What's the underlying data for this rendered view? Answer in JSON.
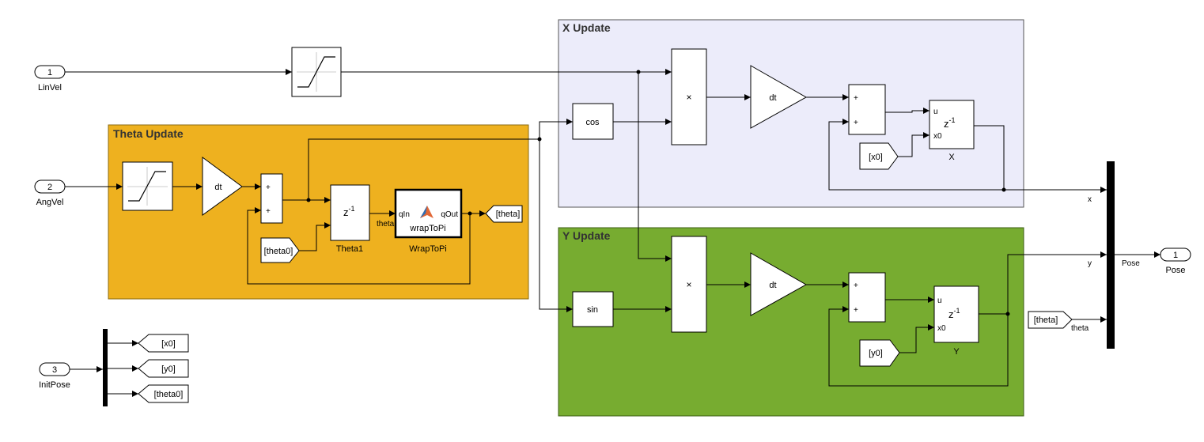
{
  "areas": {
    "theta": "Theta Update",
    "x": "X Update",
    "y": "Y Update"
  },
  "inports": {
    "linvel": {
      "num": "1",
      "name": "LinVel"
    },
    "angvel": {
      "num": "2",
      "name": "AngVel"
    },
    "initpose": {
      "num": "3",
      "name": "InitPose"
    }
  },
  "outport": {
    "num": "1",
    "name": "Pose"
  },
  "blocks": {
    "gain": "dt",
    "product": "×",
    "sum_sign": "+",
    "unit_delay": "z",
    "unit_delay_exp": "-1",
    "cos": "cos",
    "sin": "sin",
    "theta_delay_name": "Theta1",
    "x_delay_name": "X",
    "y_delay_name": "Y",
    "delay_u": "u",
    "delay_x0": "x0",
    "wrap_in": "qIn",
    "wrap_out": "qOut",
    "wrap_fn": "wrapToPi",
    "wrap_name": "WrapToPi",
    "mux_name": "Pose"
  },
  "tags": {
    "theta": "[theta]",
    "theta0": "[theta0]",
    "x0": "[x0]",
    "y0": "[y0]"
  },
  "signals": {
    "theta": "theta",
    "x": "x",
    "y": "y"
  },
  "colors": {
    "theta_area": "#EEB11F",
    "x_area": "#ECECFA",
    "y_area": "#77AC30",
    "matlab_logo": "#E16737"
  }
}
